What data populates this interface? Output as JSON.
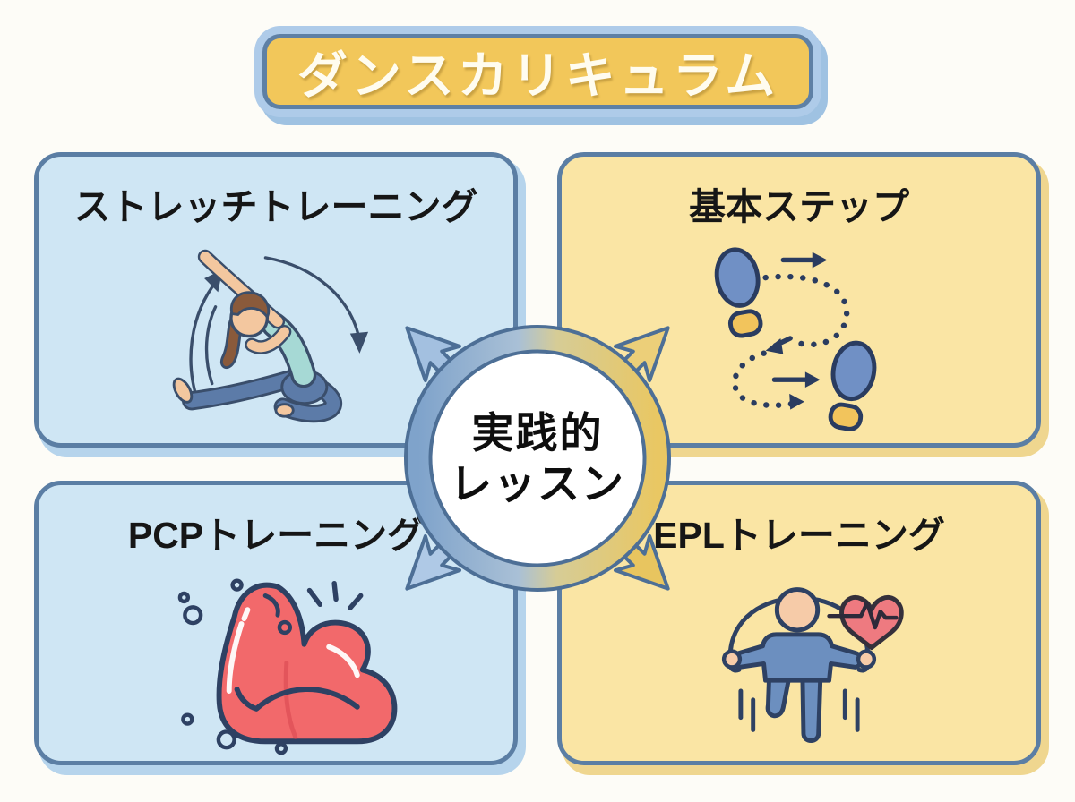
{
  "page": {
    "background_color": "#FDFCF7",
    "kind": "dance curriculum infographic"
  },
  "title_banner": {
    "text": "ダンスカリキュラム",
    "fill_color": "#F2C75A",
    "border_color": "#5E80A5",
    "halo_color": "#AECBE9",
    "text_color": "#FFFCEF"
  },
  "center_hub": {
    "label_line1": "実践的",
    "label_line2": "レッスン",
    "ring_gradient_left": "#7FA3CB",
    "ring_gradient_right": "#E9C763",
    "outline_color": "#4D6F96",
    "arrow_blue_color": "#A3C0E0",
    "arrow_yellow_color": "#ECCF79",
    "inner_circle_color": "#FFFFFF"
  },
  "panels": [
    {
      "position": "top-left",
      "label": "ストレッチトレーニング",
      "fill_color": "#CFE6F4",
      "border_color": "#5B7EA4",
      "shadow_color": "#B6D4EC",
      "icon": "stretching-woman-illustration"
    },
    {
      "position": "top-right",
      "label": "基本ステップ",
      "fill_color": "#FAE5A4",
      "border_color": "#5B7EA4",
      "shadow_color": "#EFD68F",
      "icon": "dance-footsteps-illustration"
    },
    {
      "position": "bottom-left",
      "label": "PCPトレーニング",
      "fill_color": "#CFE6F4",
      "border_color": "#5B7EA4",
      "shadow_color": "#B6D4EC",
      "icon": "flexing-bicep-illustration"
    },
    {
      "position": "bottom-right",
      "label": "EPLトレーニング",
      "fill_color": "#FAE5A4",
      "border_color": "#5B7EA4",
      "shadow_color": "#EFD68F",
      "icon": "jump-rope-heart-illustration"
    }
  ],
  "illustration_colors": {
    "outline_navy": "#2E4163",
    "skin": "#F3C79F",
    "stretch_top_teal": "#A6D9D5",
    "leggings_blue": "#5C7BA8",
    "hair_brown": "#8A5A3B",
    "shoe_sole_blue": "#7090C5",
    "shoe_heel_yellow": "#F2C45C",
    "bicep_red": "#F2696B",
    "heart_red": "#EE7A80",
    "figure_blue": "#6C8FBF"
  }
}
